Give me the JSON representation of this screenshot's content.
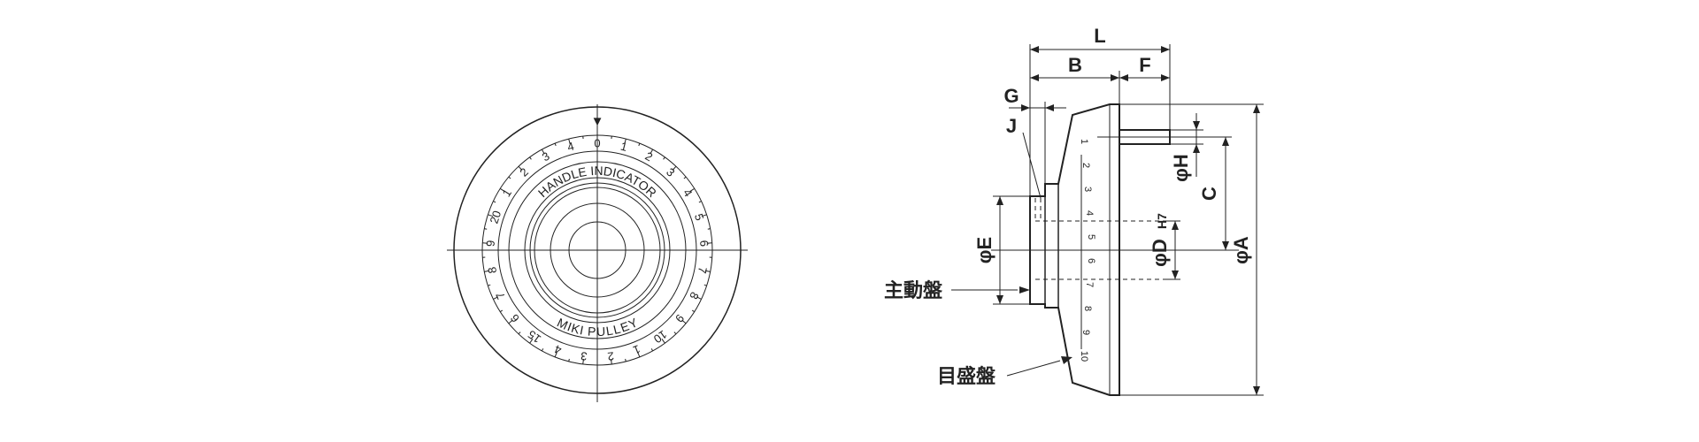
{
  "front_view": {
    "index_mark": "▼",
    "ring_text_top": "HANDLE INDICATOR",
    "ring_text_bottom": "MIKI PULLEY",
    "scale_numbers": [
      "0",
      "1",
      "2",
      "3",
      "4",
      "5",
      "6",
      "7",
      "8",
      "9",
      "10",
      "1",
      "2",
      "3",
      "4",
      "15",
      "6",
      "7",
      "8",
      "9",
      "20",
      "1",
      "2",
      "3",
      "4"
    ]
  },
  "side_view": {
    "dimensions": {
      "L": "L",
      "B": "B",
      "F": "F",
      "G": "G",
      "J": "J",
      "C": "C",
      "phiH": "φH",
      "phiE": "φE",
      "phiD": "φD",
      "phiD_tol": "H7",
      "phiA": "φA"
    },
    "parts": {
      "driving_disc": "主動盤",
      "scale_disc": "目盛盤"
    },
    "side_scale_numbers": [
      "1",
      "2",
      "3",
      "4",
      "5",
      "6",
      "7",
      "8",
      "9",
      "10"
    ]
  }
}
